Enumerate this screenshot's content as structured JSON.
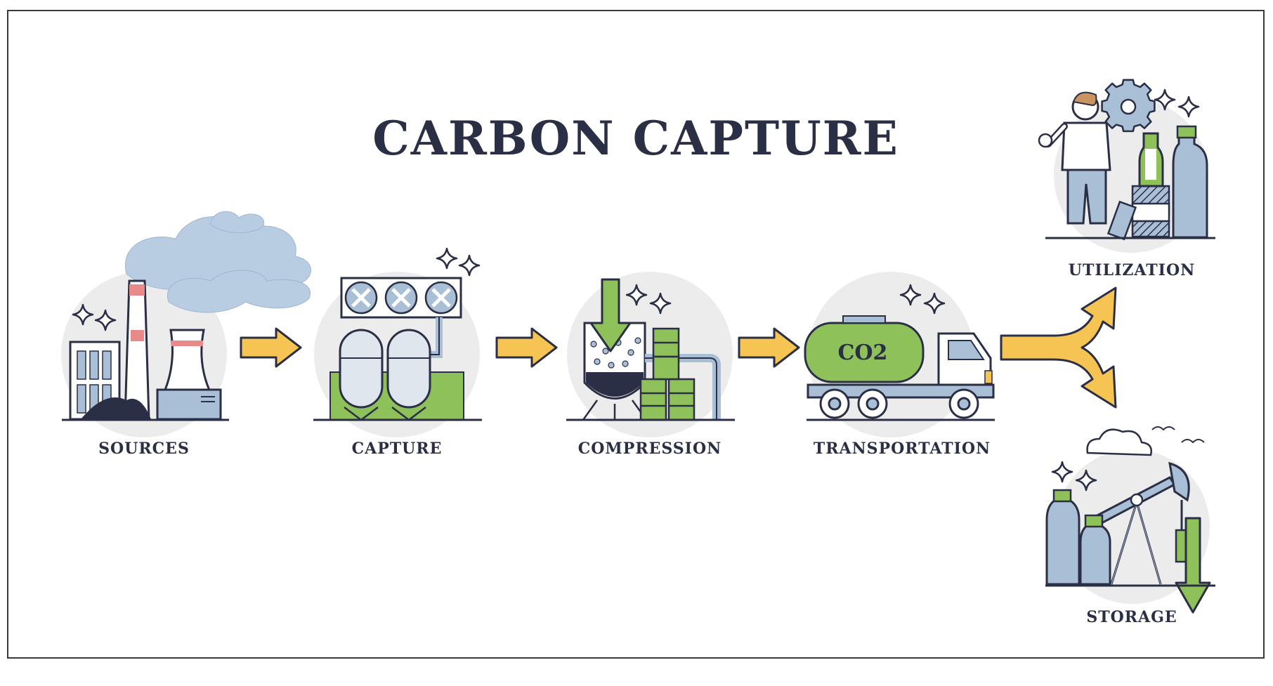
{
  "title": "CARBON CAPTURE",
  "stages": [
    {
      "id": "sources",
      "label": "SOURCES"
    },
    {
      "id": "capture",
      "label": "CAPTURE"
    },
    {
      "id": "compression",
      "label": "COMPRESSION"
    },
    {
      "id": "transportation",
      "label": "TRANSPORTATION"
    }
  ],
  "branches": [
    {
      "id": "utilization",
      "label": "UTILIZATION"
    },
    {
      "id": "storage",
      "label": "STORAGE"
    }
  ],
  "truck_tank_text": "CO2",
  "colors": {
    "outline": "#2b2f45",
    "arrow": "#f6c453",
    "green": "#8fc15a",
    "blue": "#a9bfd6",
    "smoke": "#b9cde2",
    "circle": "#ececec",
    "red": "#e88a8a"
  },
  "icons": [
    "factory-icon",
    "capture-unit-icon",
    "compression-icon",
    "truck-icon",
    "worker-gear-bottles-icon",
    "pump-jack-icon",
    "sparkle-icon",
    "arrow-right-icon",
    "split-arrow-icon"
  ]
}
